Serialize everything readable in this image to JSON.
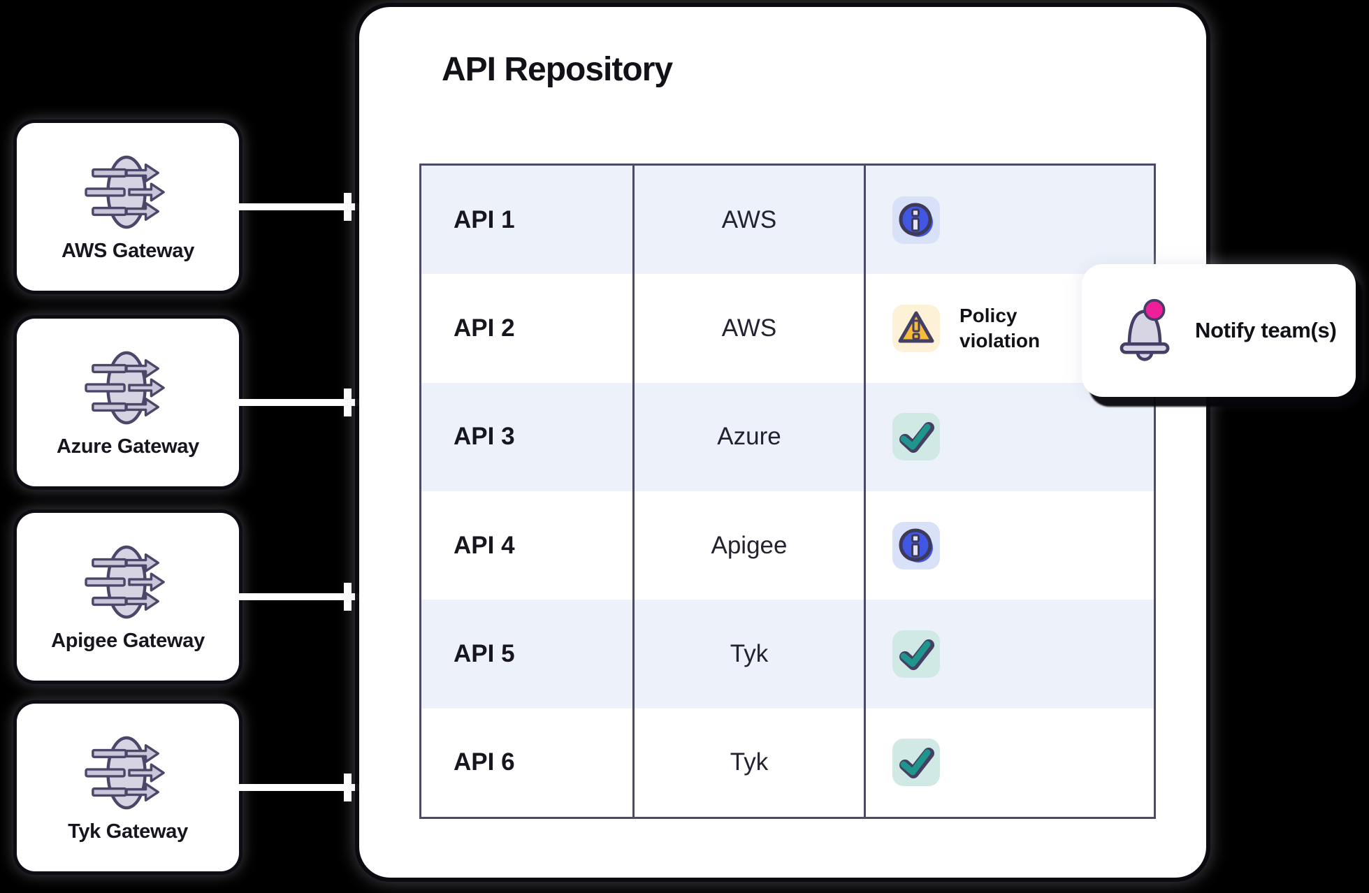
{
  "gateways": [
    {
      "label": "AWS Gateway"
    },
    {
      "label": "Azure Gateway"
    },
    {
      "label": "Apigee Gateway"
    },
    {
      "label": "Tyk Gateway"
    }
  ],
  "repository": {
    "title": "API Repository",
    "table": {
      "rows": [
        {
          "api": "API 1",
          "gateway": "AWS",
          "status": "info"
        },
        {
          "api": "API 2",
          "gateway": "AWS",
          "status": "policy-violation",
          "status_label": "Policy violation"
        },
        {
          "api": "API 3",
          "gateway": "Azure",
          "status": "ok"
        },
        {
          "api": "API 4",
          "gateway": "Apigee",
          "status": "info"
        },
        {
          "api": "API 5",
          "gateway": "Tyk",
          "status": "ok"
        },
        {
          "api": "API 6",
          "gateway": "Tyk",
          "status": "ok"
        }
      ]
    }
  },
  "notify": {
    "label": "Notify team(s)"
  },
  "colors": {
    "background": "#000000",
    "card_white": "#ffffff",
    "outline_navy": "#4c4a68",
    "lavender": "#d6d3e3",
    "row_tint": "#edf2fa",
    "info_blue": "#4156e2",
    "info_chip": "#d8e1f8",
    "warning_amber": "#f7bc3a",
    "warning_chip": "#fdf2d8",
    "check_teal": "#1f968b",
    "check_chip": "#d0e9e5",
    "notification_pink": "#ee1f98",
    "connector_white": "#ffffff"
  }
}
